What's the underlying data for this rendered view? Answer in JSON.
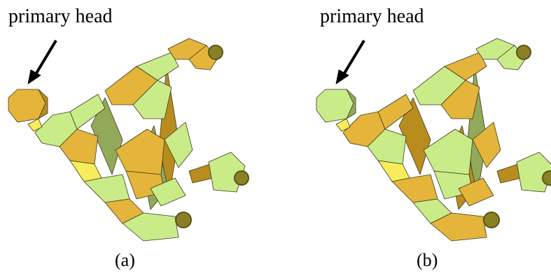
{
  "panels": [
    {
      "annotation": "primary head",
      "caption": "(a)",
      "head_color": "orange"
    },
    {
      "annotation": "primary head",
      "caption": "(b)",
      "head_color": "green"
    }
  ],
  "colors": {
    "orange": "#e4b53a",
    "orange_dark": "#b98c1e",
    "green": "#c9ec88",
    "green_dark": "#93a95a",
    "yellow": "#f6ec5c",
    "knob": "#8a8026",
    "knob_dark": "#5a5416",
    "arrow": "#000000"
  },
  "icons": [
    "arrow-icon"
  ]
}
